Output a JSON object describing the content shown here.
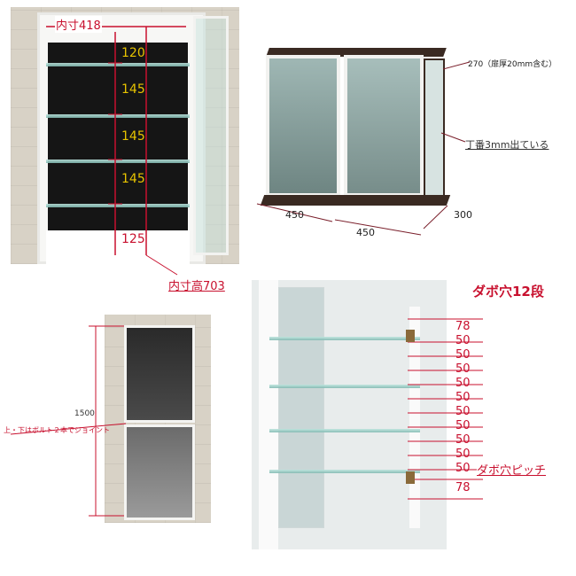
{
  "panel1": {
    "inner_width": "内寸418",
    "inner_height": "内寸高703",
    "shelf_spacings": [
      "120",
      "145",
      "145",
      "145",
      "125"
    ]
  },
  "panel2": {
    "depth_note": "270（扉厚20mm含む）",
    "hinge_note": "丁番3mm出ている",
    "width_left": "450",
    "width_total": "450",
    "depth": "300"
  },
  "panel3": {
    "height": "1500",
    "joint_note": "上・下はボルト２本でジョイント"
  },
  "panel4": {
    "title": "ダボ穴12段",
    "pitch_label": "ダボ穴ピッチ",
    "hole_spacings": [
      "78",
      "50",
      "50",
      "50",
      "50",
      "50",
      "50",
      "50",
      "50",
      "50",
      "50",
      "78"
    ]
  },
  "colors": {
    "annotation": "#c8102e",
    "dimension": "#7a1f2b"
  }
}
